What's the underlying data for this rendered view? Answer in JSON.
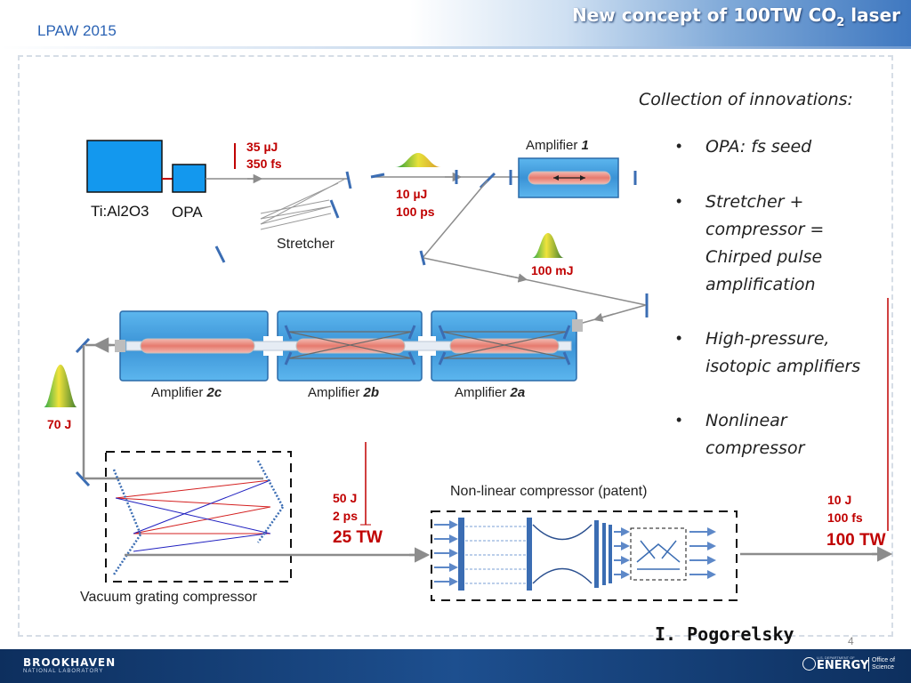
{
  "header": {
    "conference": "LPAW 2015",
    "title_main": "New concept of 100TW CO",
    "title_sub": "2",
    "title_end": " laser"
  },
  "diagram": {
    "ti_label": "Ti:Al2O3",
    "opa_label": "OPA",
    "seed_energy": "35 µJ",
    "seed_duration": "350 fs",
    "stretched_energy": "10 µJ",
    "stretched_duration": "100 ps",
    "stretcher_label": "Stretcher",
    "amp1_label": "Amplifier ",
    "amp1_num": "1",
    "amp1_energy": "100 mJ",
    "amp2c_label": "Amplifier ",
    "amp2c_num": "2c",
    "amp2b_label": "Amplifier ",
    "amp2b_num": "2b",
    "amp2a_label": "Amplifier ",
    "amp2a_num": "2a",
    "amp2_energy": "70 J",
    "vgc_label": "Vacuum grating compressor",
    "compressed_energy": "50 J",
    "compressed_duration": "2 ps",
    "compressed_power": "25 TW",
    "nlc_label": "Non-linear compressor (patent)",
    "final_energy": "10 J",
    "final_duration": "100 fs",
    "final_power": "100 TW"
  },
  "innovations": {
    "title": "Collection of innovations:",
    "bullet_symbol": "•",
    "items": [
      {
        "lines": [
          "OPA: fs seed"
        ]
      },
      {
        "lines": [
          "Stretcher +",
          "compressor =",
          "Chirped pulse",
          "amplification"
        ]
      },
      {
        "lines": [
          "High-pressure,",
          "isotopic amplifiers"
        ]
      },
      {
        "lines": [
          "Nonlinear",
          "compressor"
        ]
      }
    ]
  },
  "author": "I. Pogorelsky",
  "page_number": "4",
  "footer": {
    "left_logo": "BROOKHAVEN",
    "left_logo_sub": "NATIONAL LABORATORY",
    "right_logo_tiny": "U.S. DEPARTMENT OF",
    "right_logo": "ENERGY",
    "right_logo_sub": "Office of Science"
  },
  "colors": {
    "beam": "#8c8c8c",
    "optic_blue": "#3b6db3",
    "amp_blue": "#45a0e0",
    "red_label": "#c00000",
    "ti_blue": "#1398ee"
  }
}
